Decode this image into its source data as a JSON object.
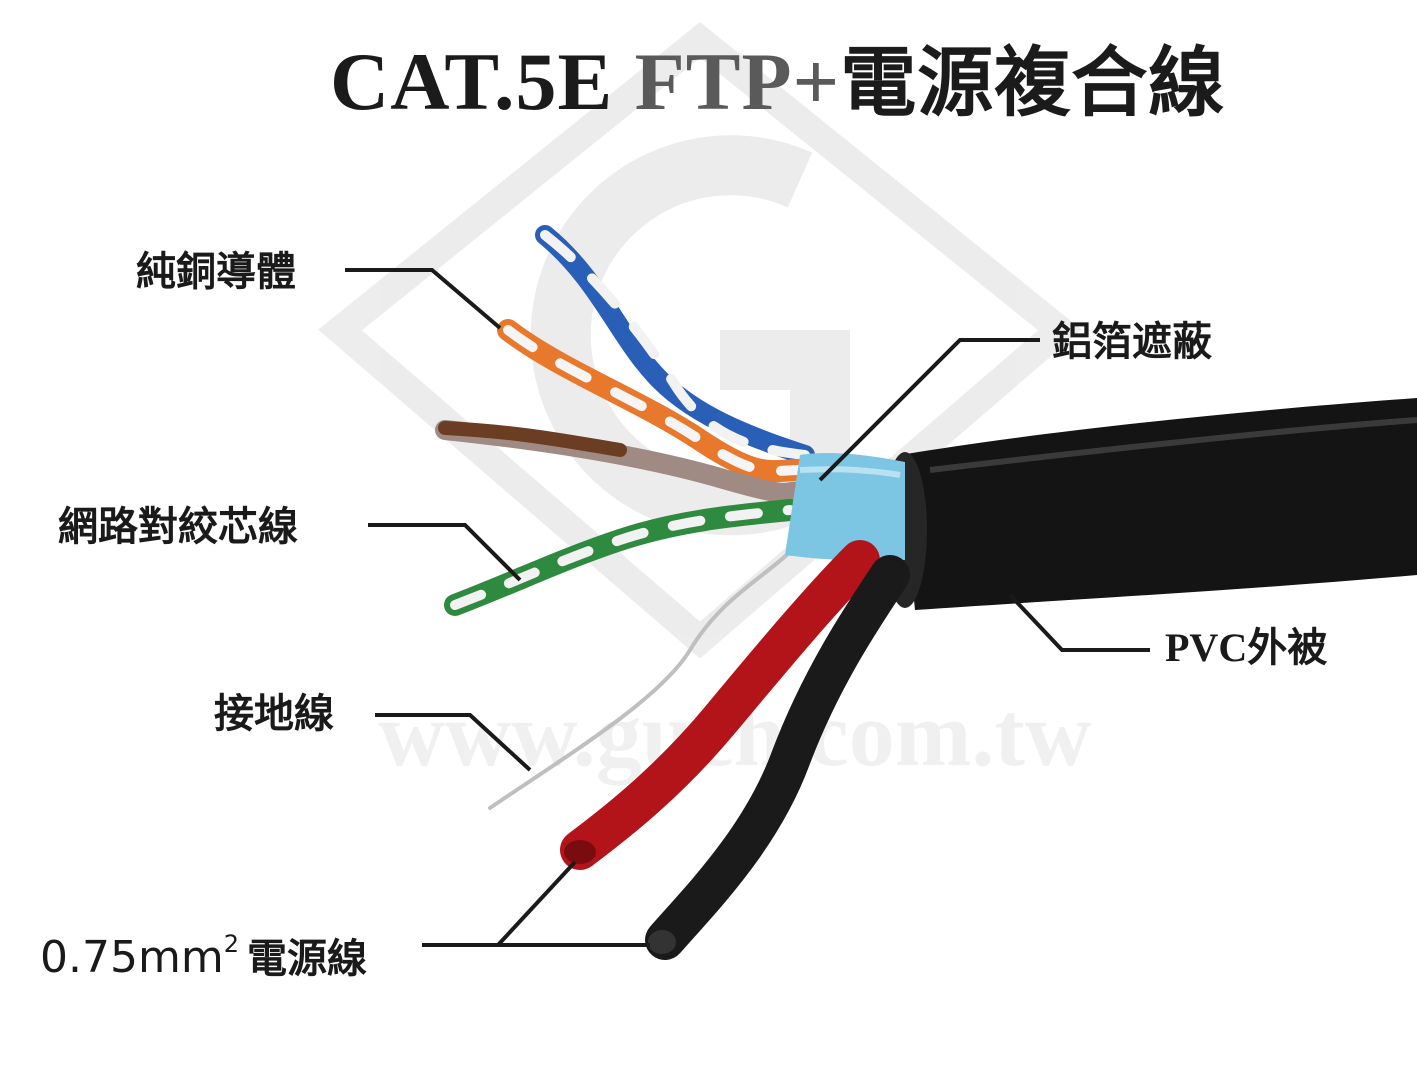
{
  "title": {
    "model": "CAT.5E",
    "shield": "FTP+",
    "name": "電源複合線"
  },
  "labels": {
    "copper": "純銅導體",
    "foil": "鋁箔遮蔽",
    "twisted_pairs": "網路對絞芯線",
    "jacket": "PVC外被",
    "ground": "接地線",
    "power_size": "0.75mm",
    "power_exp": "2",
    "power_name": "電源線"
  },
  "watermark": "www.guch.com.tw",
  "colors": {
    "jacket": "#141414",
    "foil": "#7cc6e4",
    "red_core": "#b3141a",
    "black_core": "#1a1a1a",
    "pair_blue": "#2a5fb8",
    "pair_orange": "#e8782c",
    "pair_brown": "#6b3d22",
    "pair_green": "#2e8a3e",
    "leader_line": "#1a1a1a"
  }
}
